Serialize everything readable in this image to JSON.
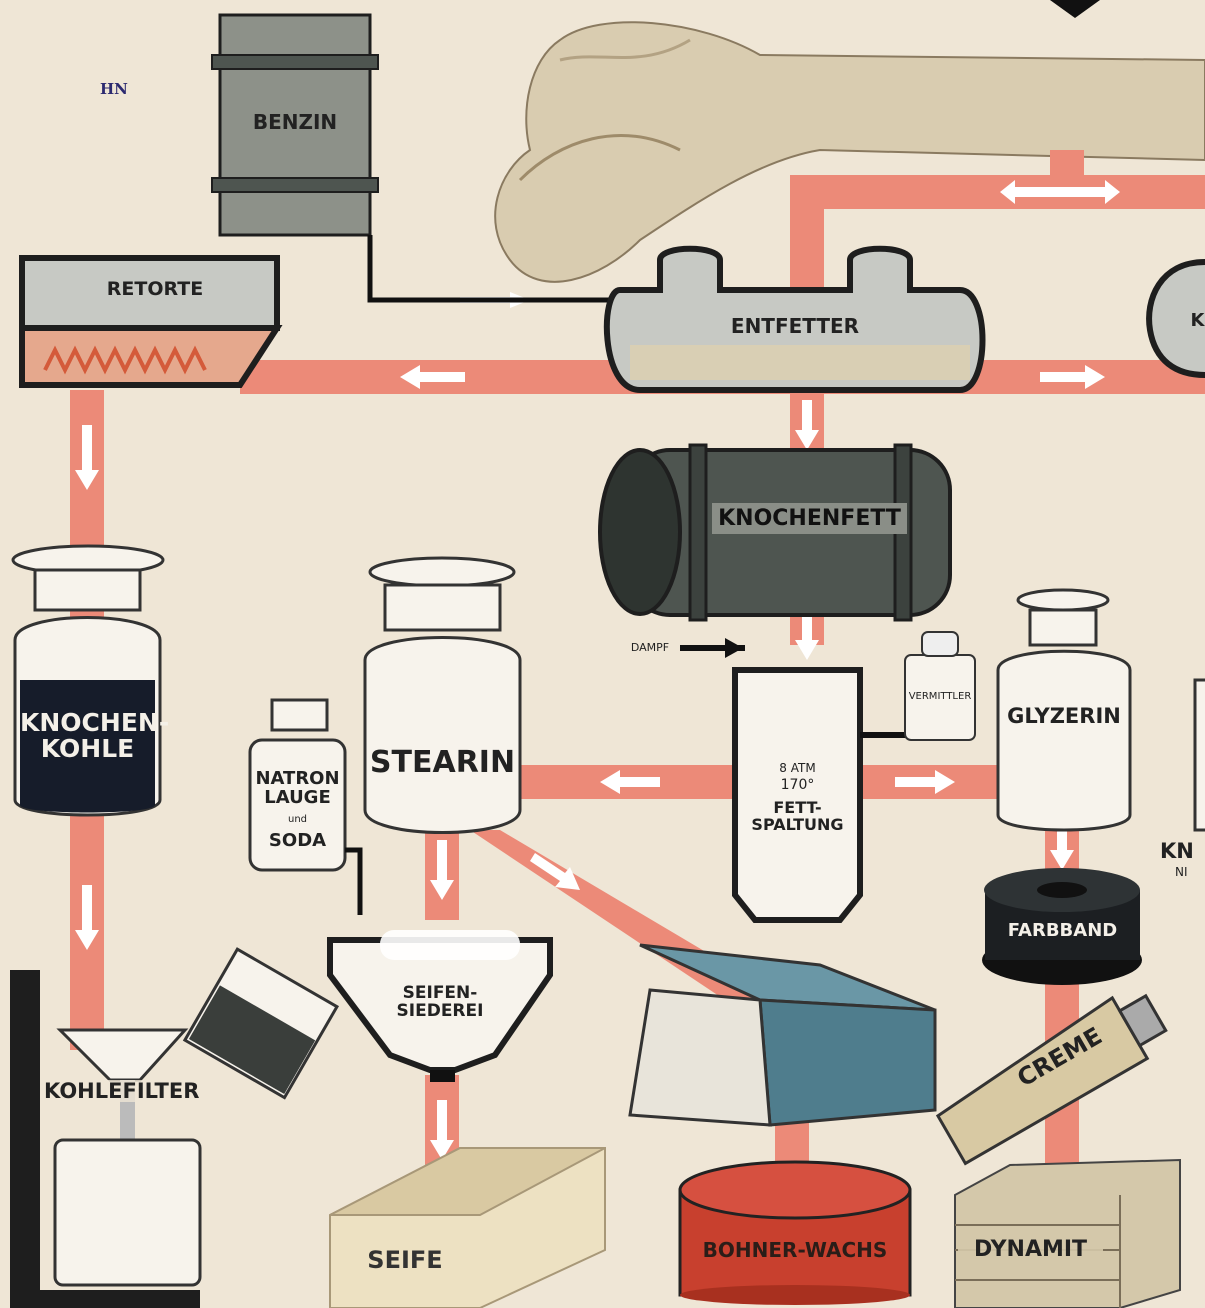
{
  "stamp": "HN",
  "labels": {
    "benzin": "BENZIN",
    "retorte": "RETORTE",
    "entfetter": "ENTFETTER",
    "right_tank_partial": "K",
    "knochenfett": "KNOCHENFETT",
    "knochenkohle": "KNOCHEN-\nKOHLE",
    "natron": "NATRON\nLAUGE",
    "und": "und",
    "soda": "SODA",
    "stearin": "STEARIN",
    "dampf": "DAMPF",
    "vermittler": "VERMITTLER",
    "split_pressure": "8 ATM",
    "split_temp": "170°",
    "fettspaltung": "FETT-\nSPALTUNG",
    "glyzerin": "GLYZERIN",
    "right_partial_1": "KN",
    "right_partial_2": "NI",
    "farbband": "FARBBAND",
    "seifensiederei": "SEIFEN-\nSIEDEREI",
    "creme": "CREME",
    "kohlefilter": "KOHLEFILTER",
    "seife": "SEIFE",
    "bohnerwachs": "BOHNER-WACHS",
    "dynamit": "DYNAMIT"
  },
  "colors": {
    "background": "#efe6d6",
    "pipe": "#ec8a78",
    "outline": "#1e1e1e",
    "metal_dark": "#4e5550",
    "metal_light": "#8d9189",
    "container_fill": "#c7c9c4",
    "jar_glass": "#f7f3ec",
    "wax_red": "#c8402e",
    "box_blue": "#4f7d8d"
  }
}
